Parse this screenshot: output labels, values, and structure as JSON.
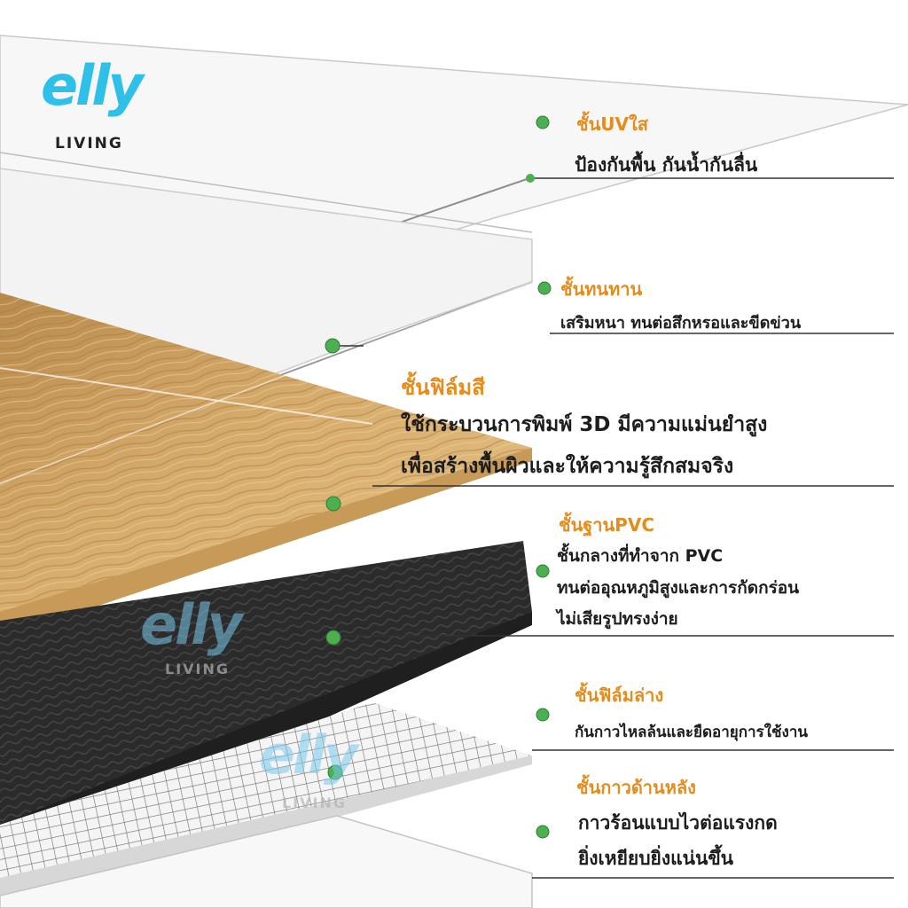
{
  "brand": {
    "logo_text": "elly",
    "logo_sub": "LIVING"
  },
  "layers": [
    {
      "title": "ชั้นUVใส",
      "lines": [
        "ป้องกันพื้น กันน้ำกันลื่น"
      ]
    },
    {
      "title": "ชั้นทนทาน",
      "lines": [
        "เสริมหนา ทนต่อสึกหรอและขีดข่วน"
      ]
    },
    {
      "title": "ชั้นฟิล์มสี",
      "lines": [
        "ใช้กระบวนการพิมพ์ 3D มีความแม่นยำสูง",
        "เพื่อสร้างพื้นผิวและให้ความรู้สึกสมจริง"
      ]
    },
    {
      "title": "ชั้นฐานPVC",
      "lines": [
        "ชั้นกลางที่ทำจาก PVC",
        "ทนต่ออุณหภูมิสูงและการกัดกร่อน",
        "ไม่เสียรูปทรงง่าย"
      ]
    },
    {
      "title": "ชั้นฟิล์มล่าง",
      "lines": [
        "กันกาวไหลล้นและยืดอายุการใช้งาน"
      ]
    },
    {
      "title": "ชั้นกาวด้านหลัง",
      "lines": [
        "กาวร้อนแบบไวต่อแรงกด",
        "ยิ่งเหยียบยิ่งแน่นขึ้น"
      ]
    }
  ],
  "colors": {
    "title": "#e48c1c",
    "text": "#1d1d1d",
    "dot": "#4caf50",
    "brand": "#2ec0e8"
  }
}
